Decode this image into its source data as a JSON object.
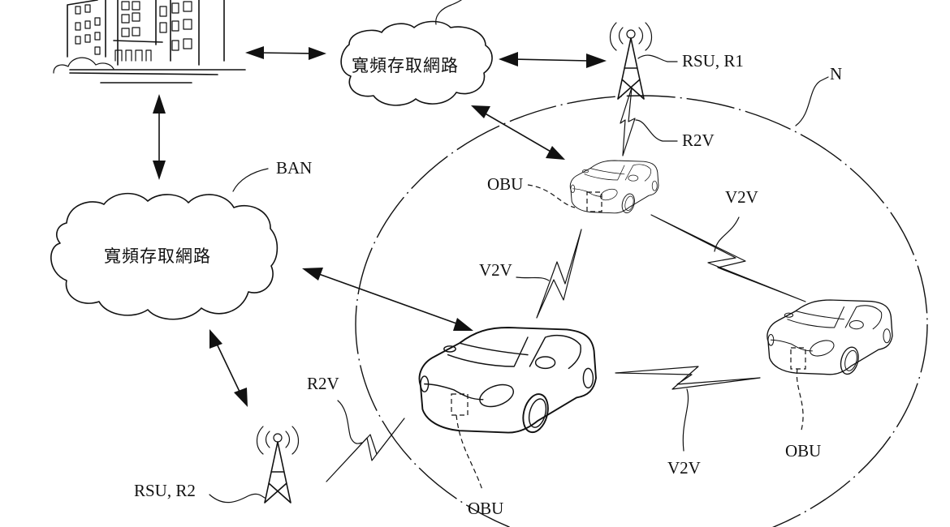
{
  "figure": {
    "type": "vehicular network diagram",
    "network_boundary_label": "N",
    "clouds": [
      {
        "id": "cloud-top",
        "text": "寬頻存取網路"
      },
      {
        "id": "cloud-left",
        "text": "寬頻存取網路",
        "label": "BAN"
      }
    ],
    "roadside_units": [
      {
        "id": "rsu-top",
        "label": "RSU, R1"
      },
      {
        "id": "rsu-bottom",
        "label": "RSU, R2"
      }
    ],
    "vehicles": [
      {
        "id": "car-top",
        "unit_label": "OBU"
      },
      {
        "id": "car-center",
        "unit_label": "OBU"
      },
      {
        "id": "car-right",
        "unit_label": "OBU"
      }
    ],
    "links": {
      "r2v_top": "R2V",
      "r2v_bottom": "R2V",
      "v2v_top_right": "V2V",
      "v2v_top_center": "V2V",
      "v2v_center_right": "V2V"
    },
    "icons": {
      "building": "building-icon",
      "tower": "antenna-tower-icon",
      "car": "car-icon",
      "cloud": "cloud-icon",
      "lightning": "wireless-link-icon"
    },
    "colors": {
      "ink": "#111111",
      "paper": "#ffffff"
    }
  }
}
